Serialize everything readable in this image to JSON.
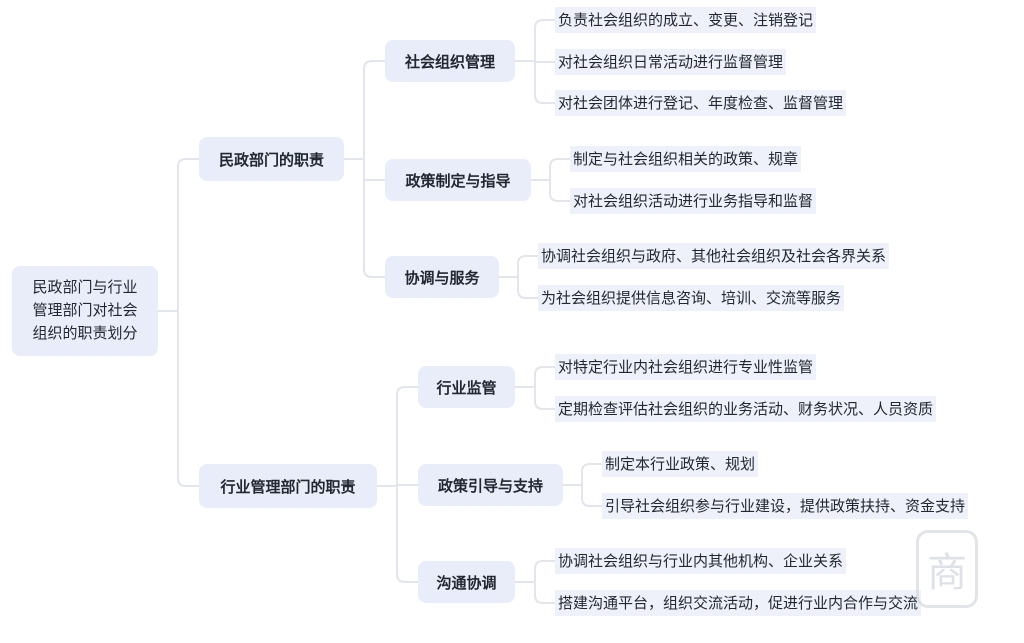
{
  "root": {
    "lines": [
      "民政部门与行业",
      "管理部门对社会",
      "组织的职责划分"
    ]
  },
  "branches": [
    {
      "label": "民政部门的职责",
      "children": [
        {
          "label": "社会组织管理",
          "leaves": [
            "负责社会组织的成立、变更、注销登记",
            "对社会组织日常活动进行监督管理",
            "对社会团体进行登记、年度检查、监督管理"
          ]
        },
        {
          "label": "政策制定与指导",
          "leaves": [
            "制定与社会组织相关的政策、规章",
            "对社会组织活动进行业务指导和监督"
          ]
        },
        {
          "label": "协调与服务",
          "leaves": [
            "协调社会组织与政府、其他社会组织及社会各界关系",
            "为社会组织提供信息咨询、培训、交流等服务"
          ]
        }
      ]
    },
    {
      "label": "行业管理部门的职责",
      "children": [
        {
          "label": "行业监管",
          "leaves": [
            "对特定行业内社会组织进行专业性监管",
            "定期检查评估社会组织的业务活动、财务状况、人员资质"
          ]
        },
        {
          "label": "政策引导与支持",
          "leaves": [
            "制定本行业政策、规划",
            "引导社会组织参与行业建设，提供政策扶持、资金支持"
          ]
        },
        {
          "label": "沟通协调",
          "leaves": [
            "协调社会组织与行业内其他机构、企业关系",
            "搭建沟通平台，组织交流活动，促进行业内合作与交流"
          ]
        }
      ]
    }
  ],
  "watermark": {
    "text": "商"
  },
  "colors": {
    "node_fill": "#e9edf9",
    "leaf_fill": "#eef1fa",
    "connector": "#e2e5ec",
    "text": "#222831"
  }
}
